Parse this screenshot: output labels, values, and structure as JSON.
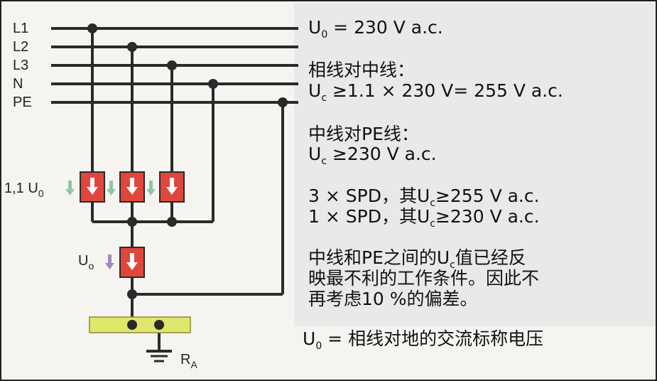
{
  "conductors": [
    "L1",
    "L2",
    "L3",
    "N",
    "PE"
  ],
  "labels": {
    "spd_voltage_prefix": "1,1 U",
    "spd_voltage_sub": "0",
    "n_pe_voltage": "U",
    "n_pe_voltage_sub": "o",
    "earth_resistance": "R",
    "earth_resistance_sub": "A"
  },
  "text": {
    "line1_pre": "U",
    "line1_sub": "0",
    "line1_post": " = 230 V a.c.",
    "heading_phase_neutral": "相线对中线：",
    "line2_pre": "U",
    "line2_sub": "c",
    "line2_post": " ≥1.1 × 230 V= 255 V a.c.",
    "heading_neutral_pe": "中线对PE线：",
    "line3_pre": "U",
    "line3_sub": "c",
    "line3_post": " ≥230 V a.c.",
    "spd3_pre": "3 × SPD，其U",
    "spd3_sub": "c",
    "spd3_post": "≥255 V a.c.",
    "spd1_pre": "1 × SPD，其U",
    "spd1_sub": "c",
    "spd1_post": "≥230 V a.c.",
    "note1_pre": "中线和PE之间的U",
    "note1_sub": "c",
    "note1_post": "值已经反",
    "note2": "映最不利的工作条件。因此不",
    "note3": "再考虑10 %的偏差。",
    "def_pre": "U",
    "def_sub": "0",
    "def_post": " = 相线对地的交流标称电压"
  },
  "colors": {
    "spd_fill": "#e0463c",
    "earth_bar": "#dfe86a",
    "wire": "#2a2a2a",
    "arrow_green": "#8fc7a0",
    "arrow_purple": "#a08ac0"
  }
}
